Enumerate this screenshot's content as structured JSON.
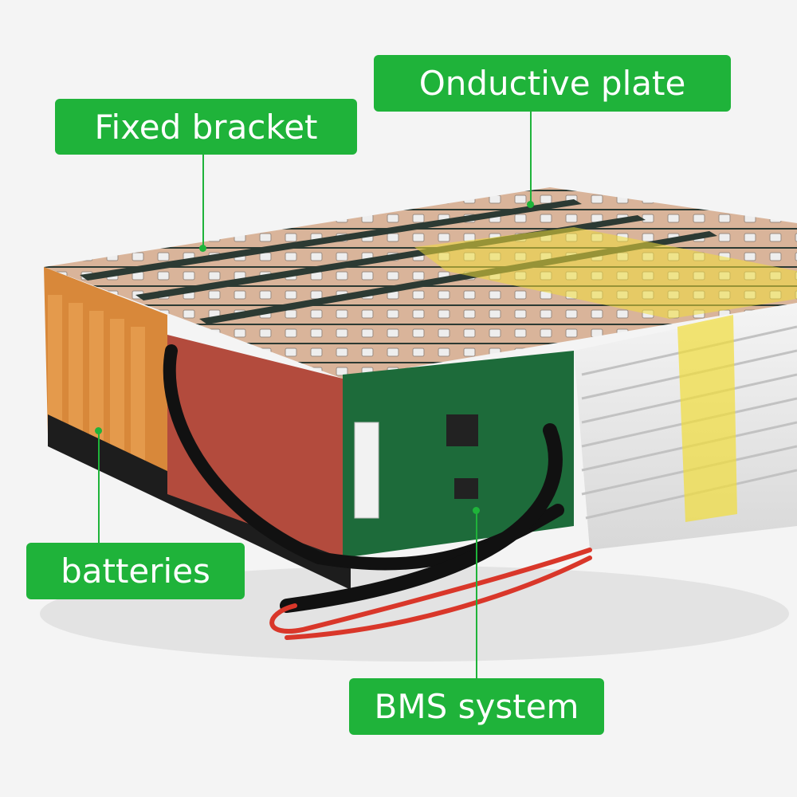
{
  "labels": {
    "conductive_plate": "Onductive plate",
    "fixed_bracket": "Fixed bracket",
    "batteries": "batteries",
    "bms_system": "BMS system"
  },
  "colors": {
    "label_background": "#1fb33a",
    "label_text": "#ffffff",
    "background": "#f4f4f4"
  }
}
